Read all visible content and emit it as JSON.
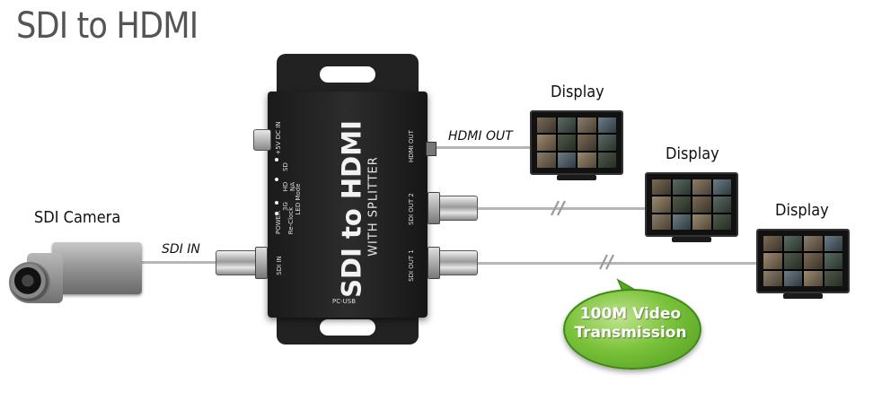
{
  "title": "SDI to HDMI",
  "camera_label": "SDI Camera",
  "signals": {
    "sdi_in": "SDI IN",
    "hdmi_out": "HDMI OUT"
  },
  "displays": [
    "Display",
    "Display",
    "Display"
  ],
  "device": {
    "name": "SDI to HDMI",
    "subtitle": "WITH SPLITTER",
    "port_labels": {
      "sdi_in": "SDI IN",
      "sdi_out_1": "SDI OUT 1",
      "sdi_out_2": "SDI OUT 2",
      "hdmi_out": "HDMI OUT",
      "pc_usb": "PC-USB",
      "dc_in": "+5V DC IN"
    },
    "indicators": {
      "power": "POWER",
      "three_g": "3G",
      "hd": "HD",
      "sd": "SD",
      "na": "NA",
      "re_clock": "Re-Clock",
      "led_mode": "LED Mode"
    }
  },
  "callout": "100M Video Transmission",
  "colors": {
    "title": "#555555",
    "bubble": "#6fba30",
    "cable": "#b6b6b6",
    "device": "#222222"
  }
}
